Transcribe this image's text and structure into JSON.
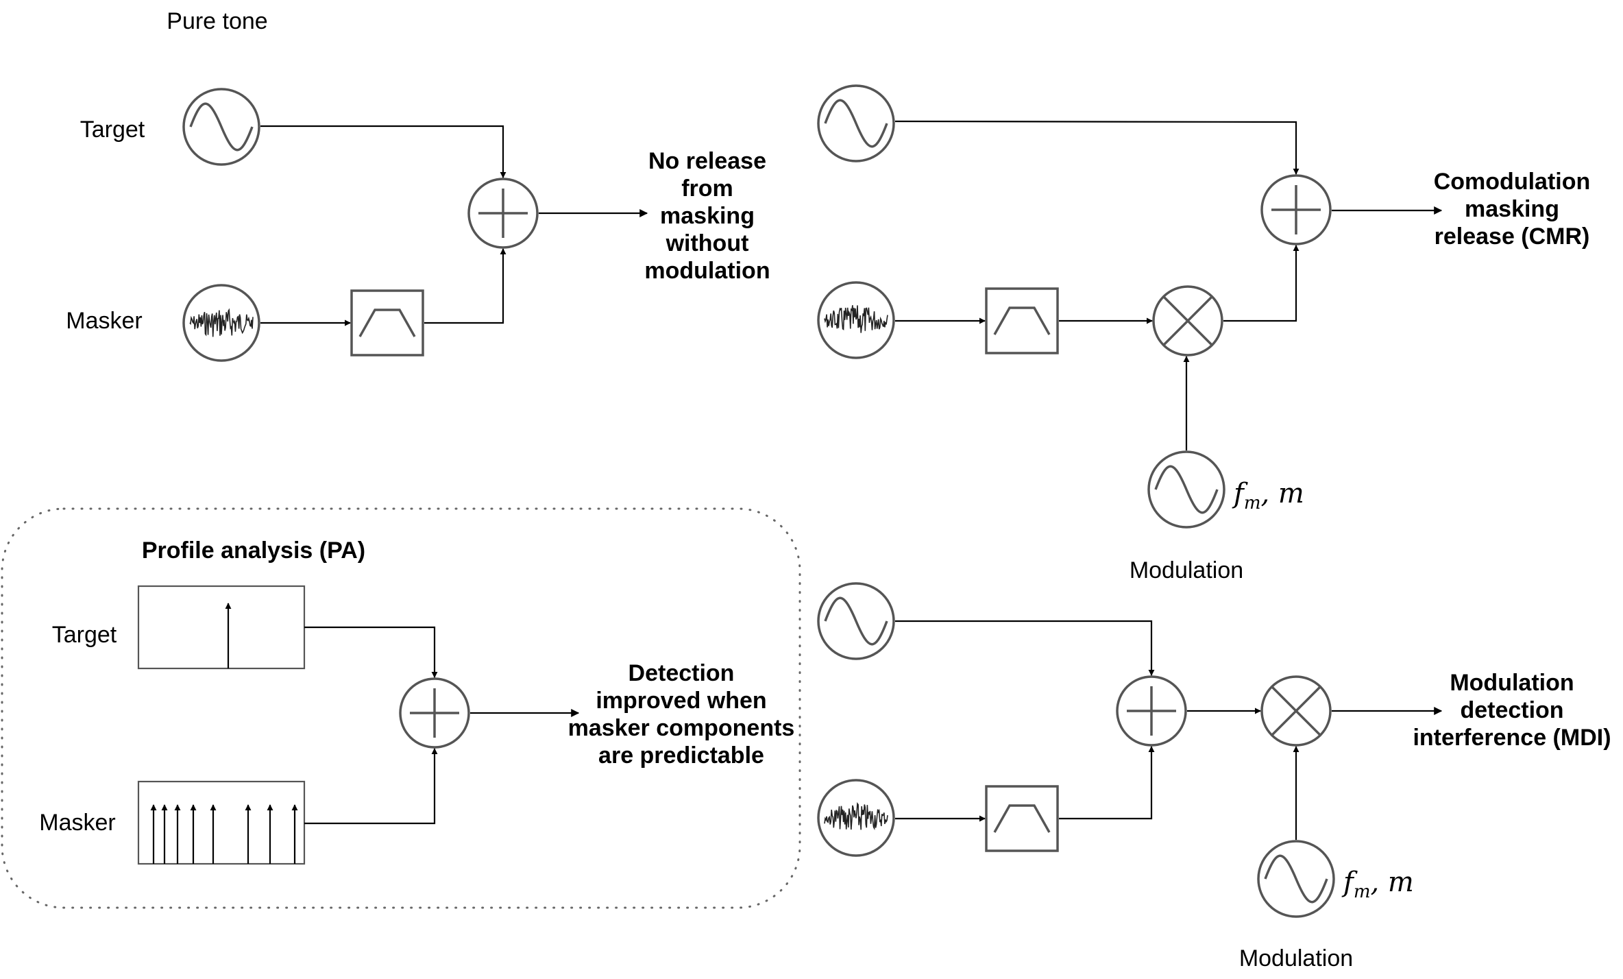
{
  "diagram_1": {
    "pure_tone_label": "Pure tone",
    "target_label": "Target",
    "masker_label": "Masker",
    "result": "No release from masking without modulation"
  },
  "diagram_2": {
    "result": "Comodulation masking release (CMR)",
    "modulation_label": "Modulation",
    "mod_params_symbol": "f",
    "mod_params_subscript": "m",
    "mod_params_rest": ", m"
  },
  "diagram_3": {
    "title": "Profile analysis (PA)",
    "target_label": "Target",
    "masker_label": "Masker",
    "result": "Detection improved when masker components are predictable"
  },
  "diagram_4": {
    "result": "Modulation detection interference (MDI)",
    "modulation_label": "Modulation",
    "mod_params_symbol": "f",
    "mod_params_subscript": "m",
    "mod_params_rest": ", m"
  },
  "icons": [
    "sine-wave-icon",
    "noise-icon",
    "bandpass-filter-icon",
    "adder-icon",
    "multiplier-icon",
    "arrow-icon"
  ],
  "colors": {
    "stroke": "#555555",
    "wire": "#000000",
    "background": "#ffffff"
  }
}
